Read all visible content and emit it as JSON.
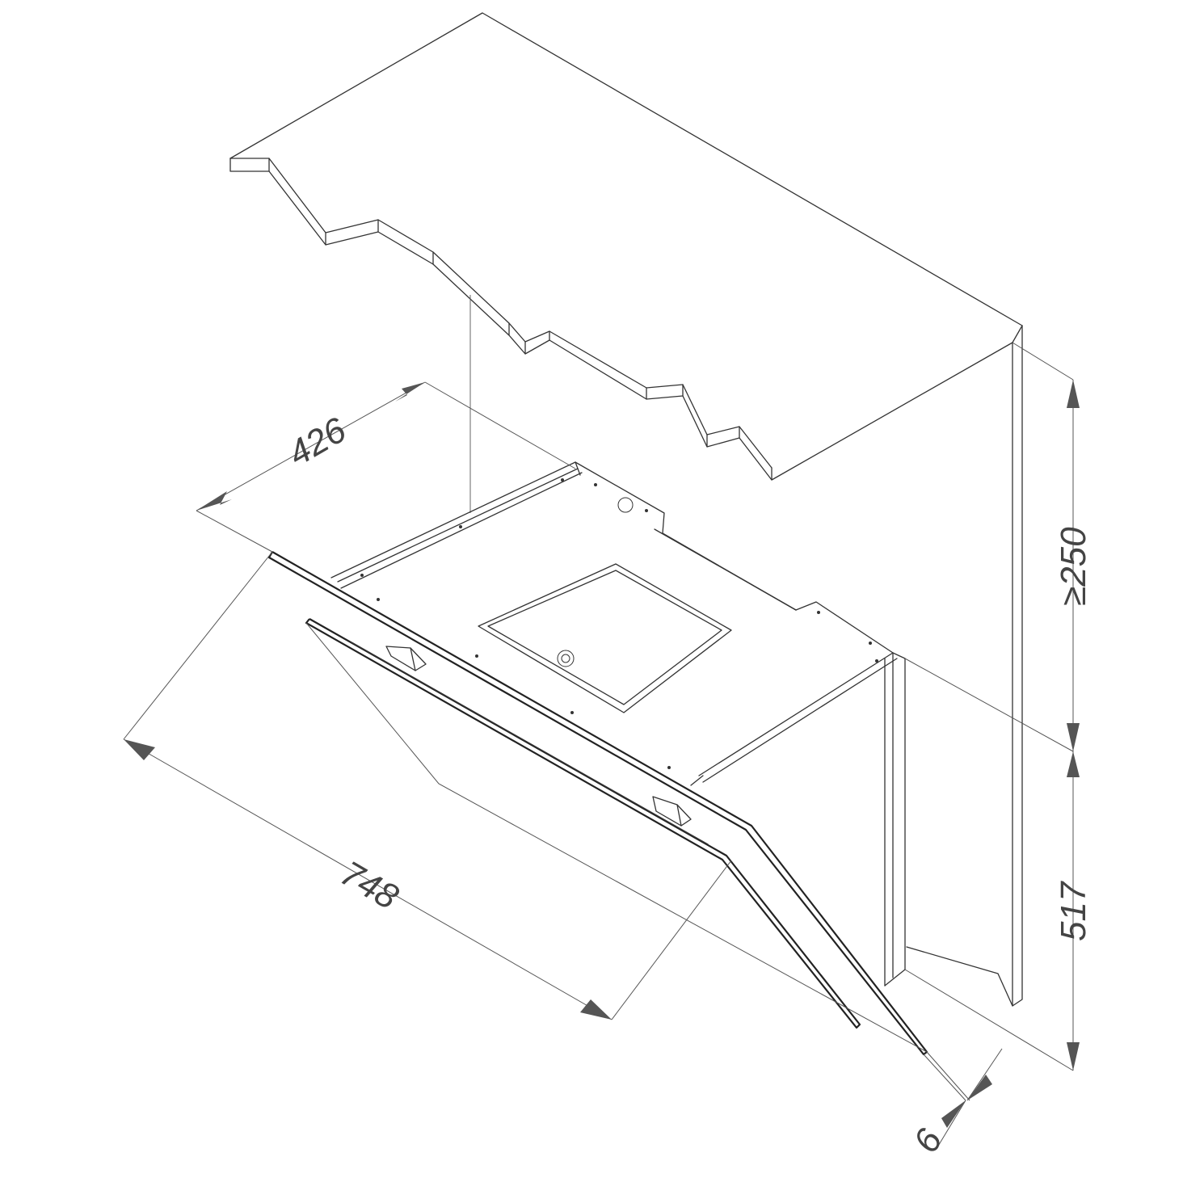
{
  "dimensions": {
    "depth": "426",
    "width": "748",
    "min_height": "≥250",
    "height": "517",
    "glass": "6"
  },
  "colors": {
    "line": "#333333",
    "dimension": "#555555",
    "background": "#ffffff"
  }
}
